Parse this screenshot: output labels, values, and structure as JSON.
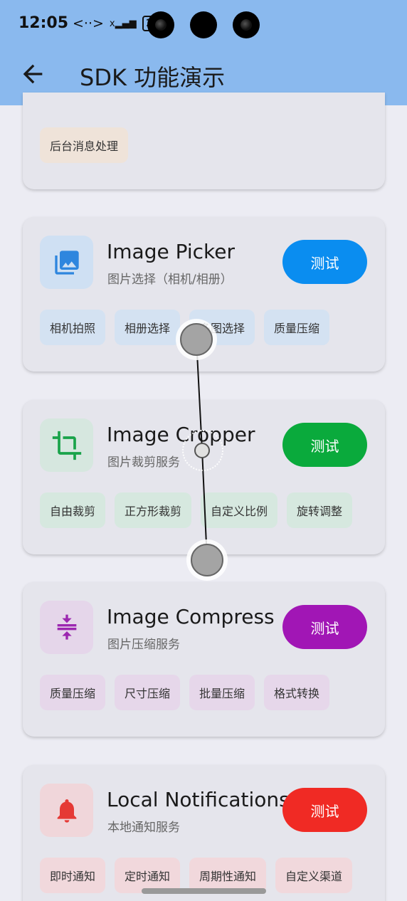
{
  "status": {
    "time": "12:05",
    "nfc": "<··>",
    "signal": "x▂▄▆",
    "battery": "100"
  },
  "header": {
    "title": "SDK 功能演示",
    "back_icon": "arrow-left-icon",
    "bg": "#8ab9ee"
  },
  "top_card": {
    "chips": [
      "后台消息处理"
    ],
    "chip_color": "#efe3d9"
  },
  "cards": [
    {
      "id": "picker",
      "icon": "image-icon",
      "icon_color": "#2e86de",
      "icon_bg": "#cfe0f3",
      "title": "Image Picker",
      "subtitle": "图片选择（相机/相册）",
      "button": "测试",
      "button_color": "#0a8df0",
      "chip_color": "#d4e2f2",
      "chips": [
        "相机拍照",
        "相册选择",
        "多图选择",
        "质量压缩"
      ]
    },
    {
      "id": "cropper",
      "icon": "crop-icon",
      "icon_color": "#19a34a",
      "icon_bg": "#d6e7df",
      "title": "Image Cropper",
      "subtitle": "图片裁剪服务",
      "button": "测试",
      "button_color": "#0aaa3c",
      "chip_color": "#d6e8df",
      "chips": [
        "自由裁剪",
        "正方形裁剪",
        "自定义比例",
        "旋转调整"
      ]
    },
    {
      "id": "compress",
      "icon": "compress-icon",
      "icon_color": "#9c27b0",
      "icon_bg": "#e5d6ea",
      "title": "Image Compress",
      "subtitle": "图片压缩服务",
      "button": "测试",
      "button_color": "#a116b5",
      "chip_color": "#e6d7ea",
      "chips": [
        "质量压缩",
        "尺寸压缩",
        "批量压缩",
        "格式转换"
      ]
    },
    {
      "id": "notify",
      "icon": "bell-icon",
      "icon_color": "#e53935",
      "icon_bg": "#f0d6da",
      "title": "Local Notifications",
      "subtitle": "本地通知服务",
      "button": "测试",
      "button_color": "#f02a24",
      "chip_color": "#f1d8dc",
      "chips": [
        "即时通知",
        "定时通知",
        "周期性通知",
        "自定义渠道"
      ]
    }
  ]
}
